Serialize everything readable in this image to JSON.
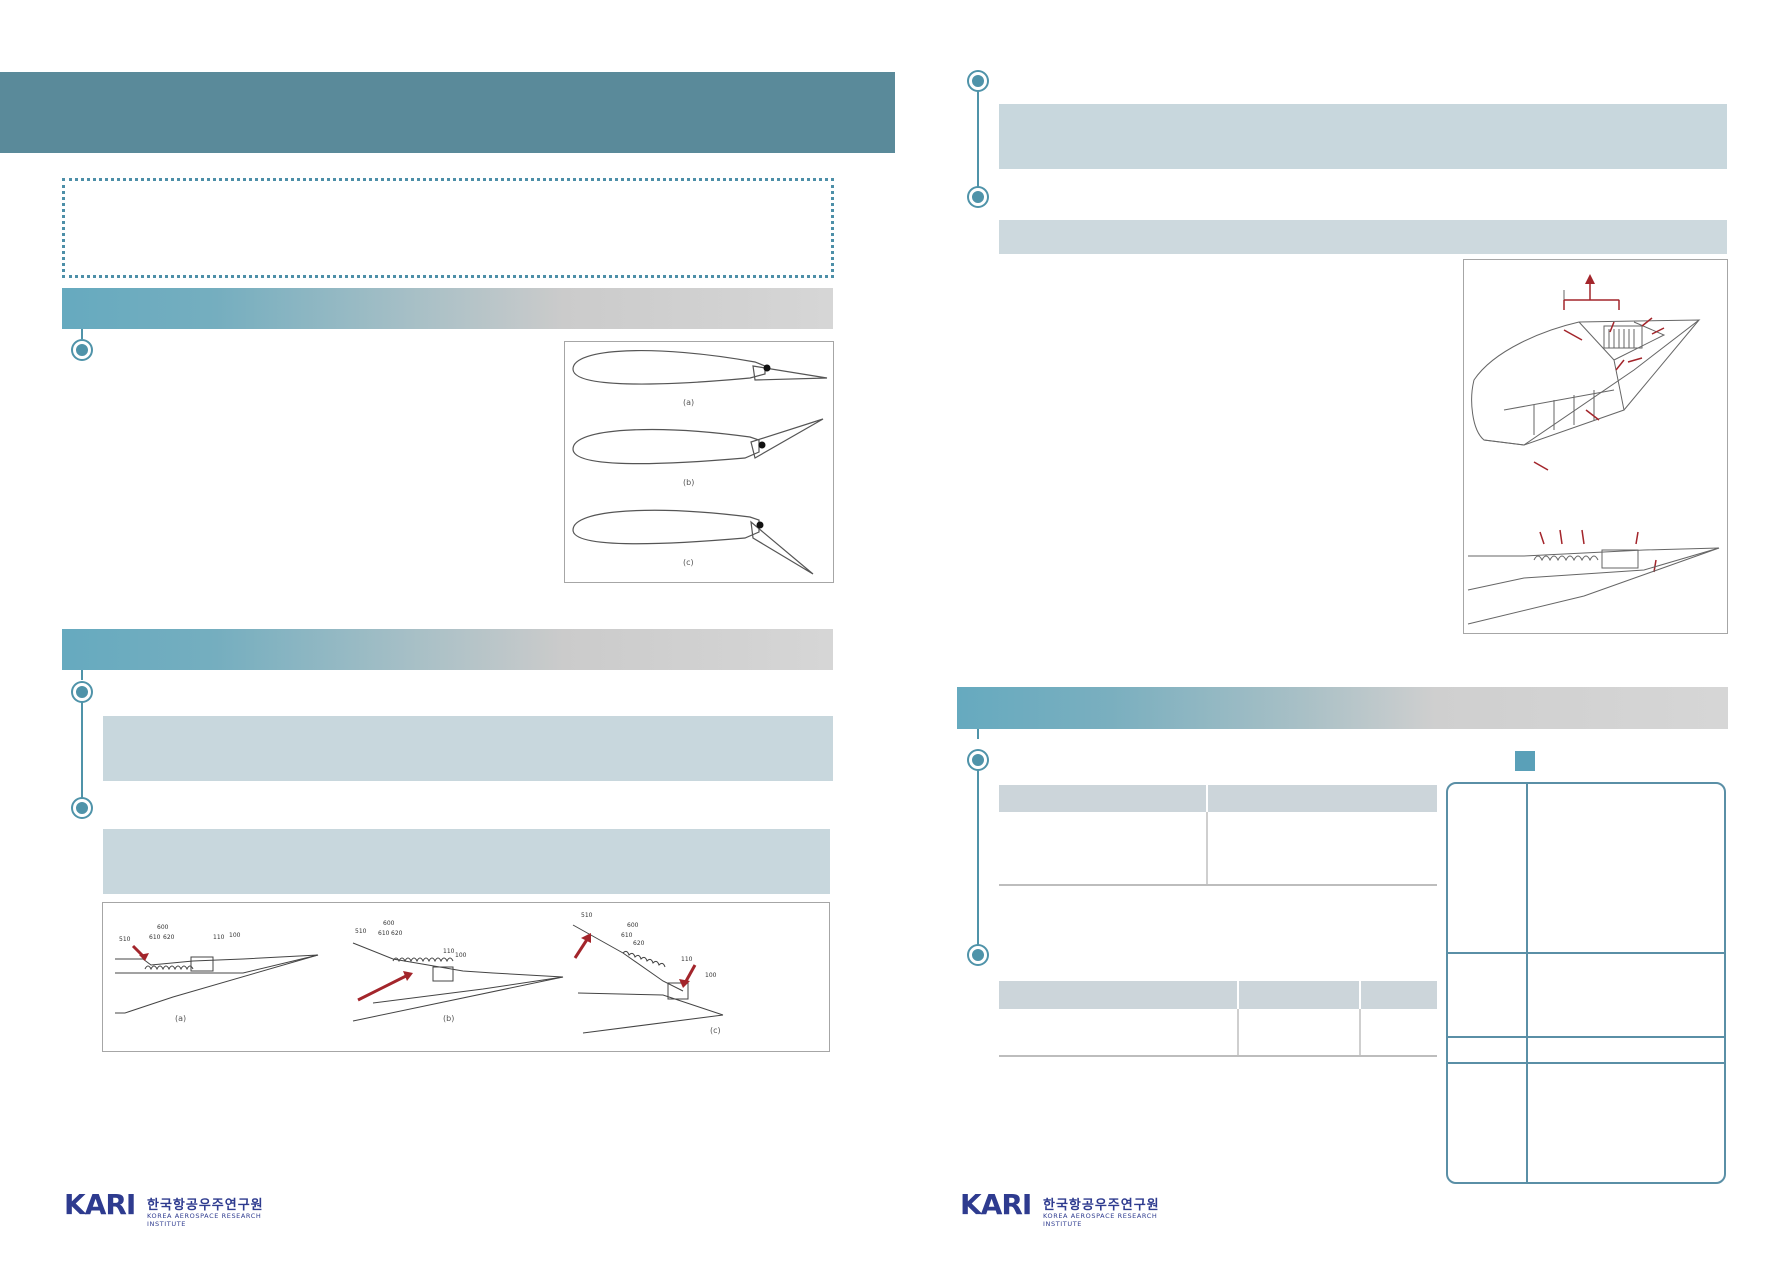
{
  "figures": {
    "airfoil": {
      "labels": [
        "(a)",
        "(b)",
        "(c)"
      ]
    },
    "mechanism": {
      "labels": [
        "(a)",
        "(b)",
        "(c)"
      ],
      "part_numbers": [
        "510",
        "600",
        "610",
        "620",
        "110",
        "100"
      ]
    }
  },
  "logo": {
    "main": "KARI",
    "korean": "한국항공우주연구원",
    "english": "KOREA AEROSPACE RESEARCH INSTITUTE"
  },
  "colors": {
    "header_band": "#5a8a9a",
    "accent": "#4f93a9",
    "shade": "#c8d7dd",
    "arrow_red": "#a3252b",
    "logo_blue": "#2e3b8f"
  }
}
